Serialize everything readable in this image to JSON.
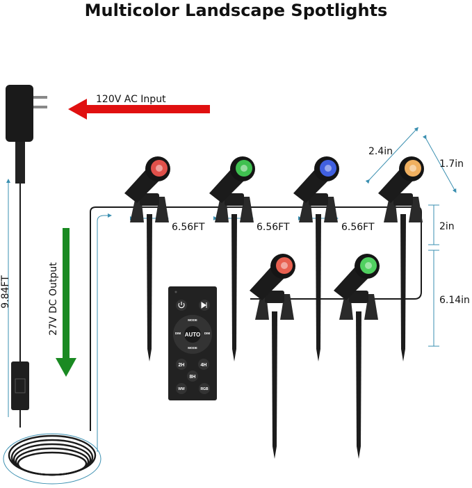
{
  "title": "Multicolor Landscape Spotlights",
  "labels": {
    "ac_input": "120V AC Input",
    "dc_output": "27V DC Output",
    "cable_length": "9.84FT",
    "spacing": [
      "6.56FT",
      "6.56FT",
      "6.56FT"
    ],
    "head_width": "2.4in",
    "head_depth": "1.7in",
    "bracket_height": "2in",
    "stake_length": "6.14in"
  },
  "remote": {
    "power": "power-icon",
    "play_pause": "play-pause-icon",
    "mode_plus": "MODE",
    "mode_minus": "MODE",
    "dim_minus": "DIM",
    "dim_plus": "DIM",
    "auto": "AUTO",
    "timer_2h": "2H",
    "timer_4h": "4H",
    "timer_8h": "8H",
    "ww": "WW",
    "rgb": "RGB"
  },
  "colors": {
    "arrow_red": "#e01010",
    "arrow_green": "#1a8a22",
    "dimension": "#3a8fb0",
    "lens": [
      "#e0504a",
      "#3fc050",
      "#4060e0",
      "#f0b060",
      "#e86050",
      "#50d060"
    ]
  }
}
